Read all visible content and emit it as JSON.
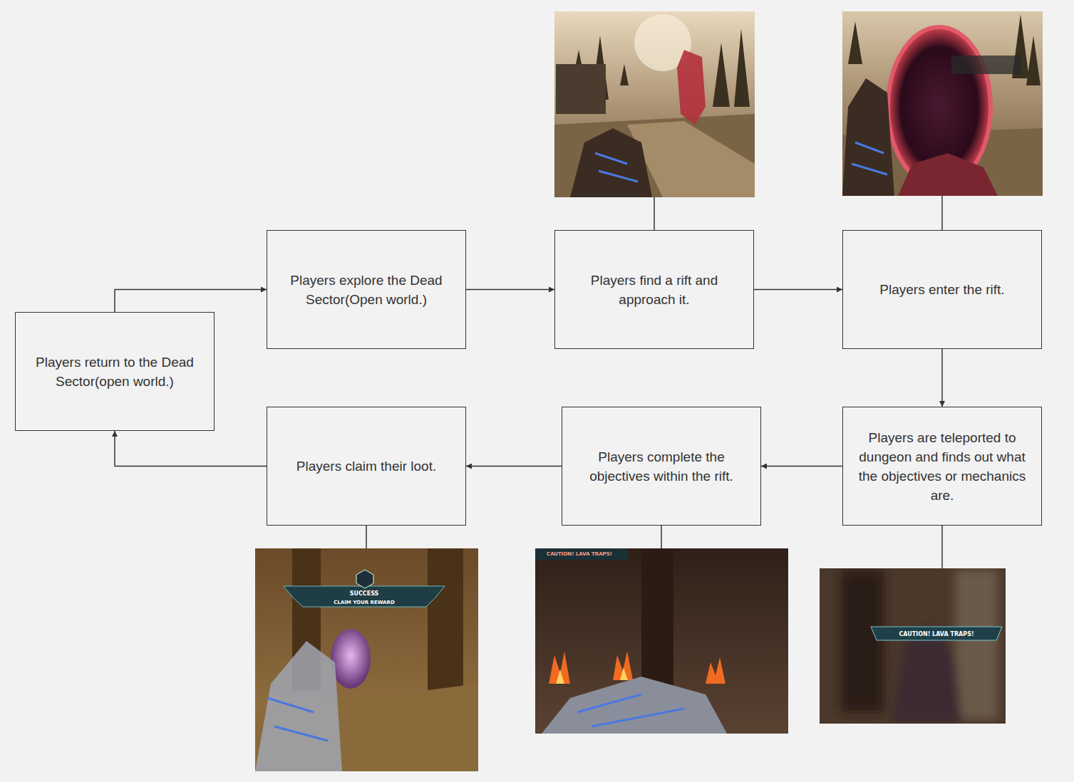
{
  "diagram": {
    "nodes": [
      {
        "text": [
          "Players explore the Dead Sector(Open world.)"
        ]
      },
      {
        "text": [
          "Players find a rift and approach it."
        ]
      },
      {
        "text": [
          "Players enter the rift."
        ]
      },
      {
        "text": [
          "Players are teleported to dungeon and finds out what the objectives or mechanics are."
        ]
      },
      {
        "text": [
          "Players complete the objectives within the rift."
        ]
      },
      {
        "text": [
          "Players claim their loot."
        ]
      },
      {
        "text": [
          "Players return to the Dead Sector(open world.)"
        ]
      }
    ],
    "edges": [
      {
        "from": 0,
        "to": 1,
        "arrow": "to"
      },
      {
        "from": 1,
        "to": 2,
        "arrow": "to"
      },
      {
        "from": 2,
        "to": 3,
        "arrow": "to"
      },
      {
        "from": 3,
        "to": 4,
        "arrow": "to"
      },
      {
        "from": 4,
        "to": 5,
        "arrow": "to"
      },
      {
        "from": 5,
        "to": 6,
        "arrow": "to"
      },
      {
        "from": 6,
        "to": 0,
        "arrow": "to"
      }
    ],
    "labels": [
      "SUCCESS",
      "CLAIM YOUR REWARD",
      "CAUTION! LAVA TRAPS!",
      "CAUTION! LAVA TRAPS!"
    ]
  }
}
